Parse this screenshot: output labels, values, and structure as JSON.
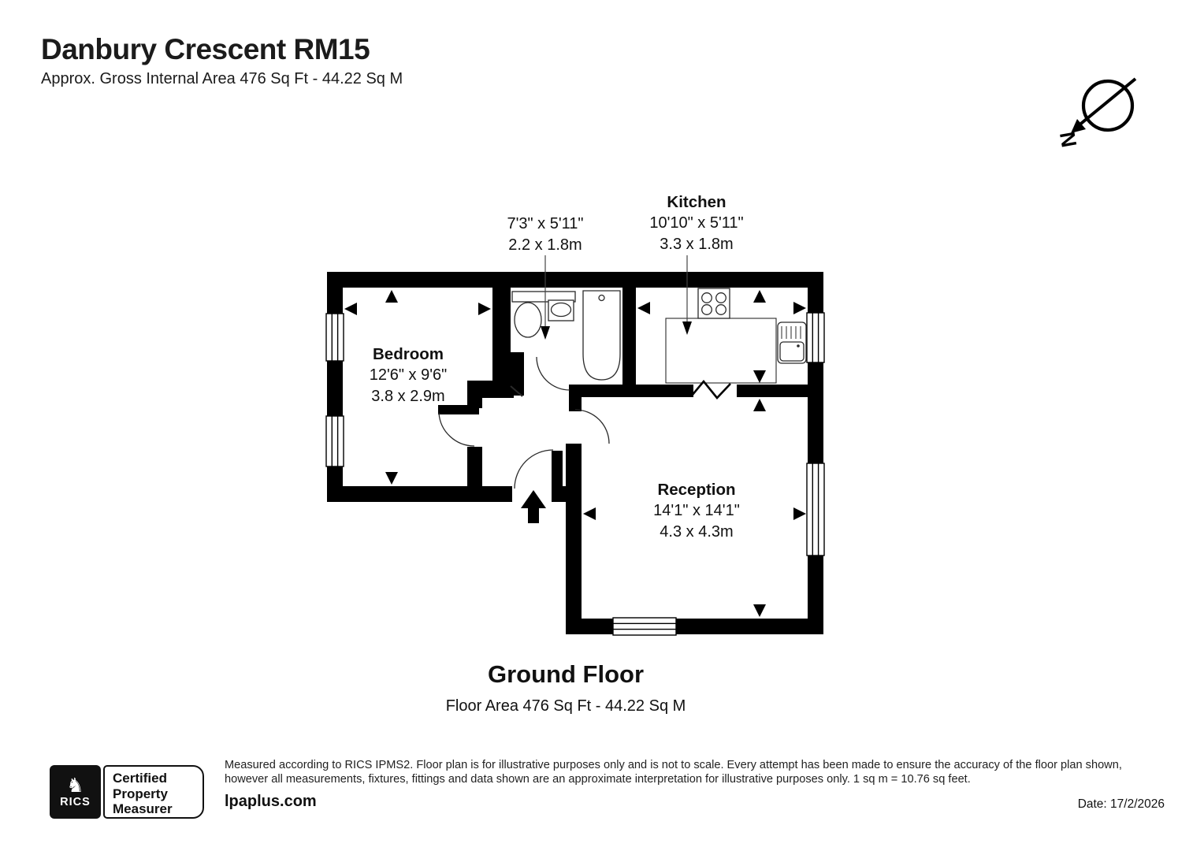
{
  "header": {
    "title": "Danbury Crescent RM15",
    "subtitle": "Approx. Gross Internal Area 476 Sq Ft - 44.22 Sq M"
  },
  "compass": {
    "north_label": "N"
  },
  "plan": {
    "bedroom": {
      "name": "Bedroom",
      "imperial": "12'6\" x 9'6\"",
      "metric": "3.8 x 2.9m"
    },
    "bathroom": {
      "imperial": "7'3\" x 5'11\"",
      "metric": "2.2 x 1.8m"
    },
    "kitchen": {
      "name": "Kitchen",
      "imperial": "10'10\" x 5'11\"",
      "metric": "3.3 x 1.8m"
    },
    "reception": {
      "name": "Reception",
      "imperial": "14'1\" x 14'1\"",
      "metric": "4.3 x 4.3m"
    }
  },
  "floor": {
    "title": "Ground Floor",
    "area": "Floor Area 476 Sq Ft - 44.22 Sq M"
  },
  "footer": {
    "rics": "RICS",
    "cert": {
      "l1": "Certified",
      "l2": "Property",
      "l3": "Measurer"
    },
    "disclaimer": "Measured according to RICS IPMS2. Floor plan is for illustrative purposes only and is not to scale. Every attempt has been made to ensure the accuracy of the floor plan shown, however all measurements, fixtures, fittings and data shown are an approximate interpretation for illustrative purposes only. 1 sq m = 10.76 sq feet.",
    "website": "lpaplus.com",
    "date": "Date: 17/2/2026"
  },
  "colors": {
    "wall": "#000000",
    "background": "#ffffff",
    "line": "#2a2a2a"
  }
}
